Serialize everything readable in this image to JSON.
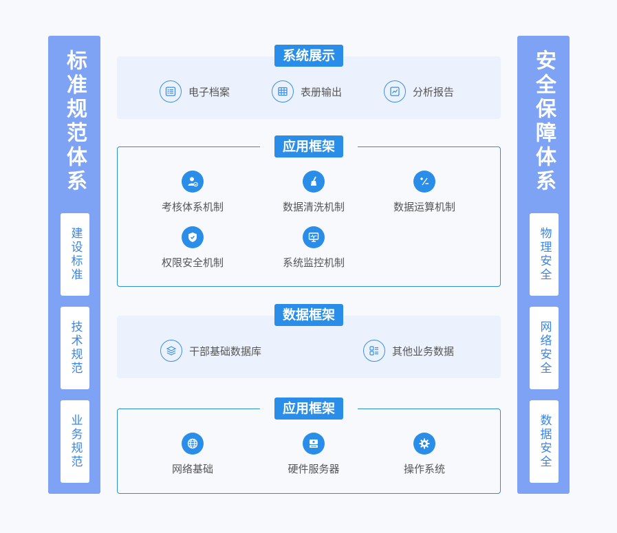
{
  "left_column": {
    "title": "标准规范体系",
    "items": [
      "建设标准",
      "技术规范",
      "业务规范"
    ]
  },
  "right_column": {
    "title": "安全保障体系",
    "items": [
      "物理安全",
      "网络安全",
      "数据安全"
    ]
  },
  "sections": [
    {
      "title": "系统展示",
      "items": [
        {
          "label": "电子档案",
          "icon": "list-icon"
        },
        {
          "label": "表册输出",
          "icon": "table-icon"
        },
        {
          "label": "分析报告",
          "icon": "chart-report-icon"
        }
      ]
    },
    {
      "title": "应用框架",
      "items": [
        {
          "label": "考核体系机制",
          "icon": "user-check-icon"
        },
        {
          "label": "数据清洗机制",
          "icon": "broom-icon"
        },
        {
          "label": "数据运算机制",
          "icon": "calculator-icon"
        },
        {
          "label": "权限安全机制",
          "icon": "shield-check-icon"
        },
        {
          "label": "系统监控机制",
          "icon": "monitor-icon"
        }
      ]
    },
    {
      "title": "数据框架",
      "items": [
        {
          "label": "干部基础数据库",
          "icon": "layers-icon"
        },
        {
          "label": "其他业务数据",
          "icon": "grid-list-icon"
        }
      ]
    },
    {
      "title": "应用框架",
      "items": [
        {
          "label": "网络基础",
          "icon": "globe-icon"
        },
        {
          "label": "硬件服务器",
          "icon": "server-icon"
        },
        {
          "label": "操作系统",
          "icon": "gear-icon"
        }
      ]
    }
  ],
  "colors": {
    "side_bg": "#7ea3f4",
    "accent": "#2a8ee8",
    "panel_fill": "#ebf2fd",
    "side_text": "#3a84e8"
  }
}
